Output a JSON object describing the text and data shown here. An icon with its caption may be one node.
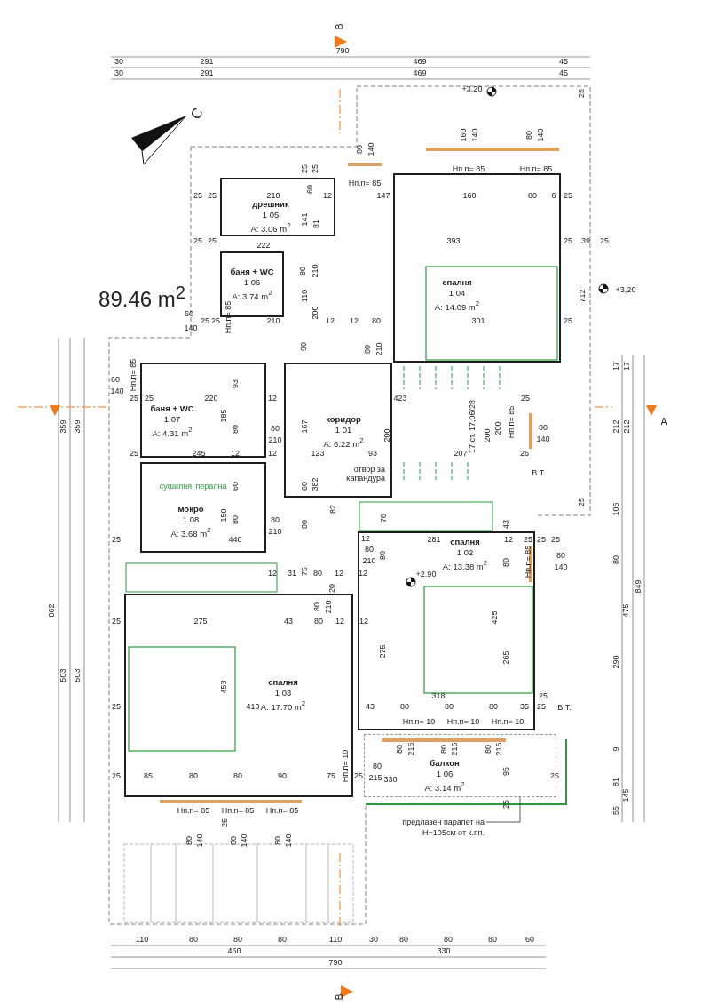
{
  "diagram": {
    "nodes": [
      {
        "text": [
          "коридор",
          "1 01",
          "A: 6.22 m$^{2}$"
        ]
      },
      {
        "text": [
          "спалня",
          "1 02",
          "A: 13.38 m$^{2}$"
        ]
      },
      {
        "text": [
          "спалня",
          "1 03",
          "A: 17.70 m$^{2}$"
        ]
      },
      {
        "text": [
          "спалня",
          "1 04",
          "A: 14.09 m$^{2}$"
        ]
      },
      {
        "text": [
          "дрешник",
          "1 05",
          "A: 3.06 m$^{2}$"
        ]
      },
      {
        "text": [
          "баня + WC",
          "1 06",
          "A: 3.74 m$^{2}$"
        ]
      },
      {
        "text": [
          "баня + WC",
          "1 07",
          "A: 4.31 m$^{2}$"
        ]
      },
      {
        "text": [
          "мокро",
          "1 08",
          "A: 3.68 m$^{2}$"
        ]
      },
      {
        "text": [
          "балкон",
          "1 06",
          "A: 3.14 m$^{2}$"
        ]
      },
      {
        "text": [
          "предлазен парапет на H=105см от к.г.п."
        ]
      }
    ],
    "edges": [
      {
        "from": 9,
        "to": 8,
        "arrow": "none"
      }
    ],
    "labels": [
      "790",
      "30",
      "291",
      "469",
      "45",
      "30",
      "291",
      "469",
      "45",
      "B",
      "С",
      "+3,20",
      "25",
      "80",
      "140",
      "160",
      "140",
      "80",
      "140",
      "Нп.п= 85",
      "Нп.п= 85",
      "Нп.п= 85",
      "25",
      "25",
      "25",
      "25",
      "210",
      "60",
      "12",
      "147",
      "160",
      "80",
      "6",
      "25",
      "141",
      "81",
      "25",
      "25",
      "222",
      "393",
      "25",
      "39",
      "25",
      "80",
      "210",
      "110",
      "712",
      "+3,20",
      "89.46 m$^{2}$",
      "200",
      "60",
      "140",
      "25",
      "25",
      "Нп.п= 85",
      "210",
      "12",
      "12",
      "80",
      "301",
      "25",
      "90",
      "80",
      "210",
      "17",
      "17",
      "60",
      "140",
      "Нп.п= 85",
      "93",
      "25",
      "25",
      "220",
      "12",
      "423",
      "25",
      "185",
      "80",
      "80",
      "210",
      "167",
      "200",
      "17 ст. 17,06/28",
      "200",
      "200",
      "Нп.п= 85",
      "80",
      "140",
      "212",
      "212",
      "25",
      "245",
      "12",
      "12",
      "123",
      "93",
      "207",
      "26",
      "отвор за капандура",
      "сушилня",
      "перална",
      "60",
      "60",
      "382",
      "В.Т.",
      "150",
      "80",
      "80",
      "210",
      "82",
      "80",
      "70",
      "43",
      "105",
      "25",
      "25",
      "440",
      "12",
      "281",
      "12",
      "25",
      "25",
      "25",
      "80",
      "210",
      "80",
      "80",
      "Нп.п= 85",
      "80",
      "140",
      "80",
      "12",
      "31",
      "75",
      "80",
      "12",
      "12",
      "+2.90",
      "20",
      "80",
      "210",
      "475",
      "849",
      "862",
      "359",
      "359",
      "503",
      "503",
      "425",
      "275",
      "265",
      "453",
      "25",
      "275",
      "43",
      "80",
      "12",
      "12",
      "290",
      "318",
      "25",
      "25",
      "410",
      "43",
      "80",
      "80",
      "80",
      "35",
      "25",
      "В.Т.",
      "Нп.п= 10",
      "Нп.п= 10",
      "Нп.п= 10",
      "Нп.п= 10",
      "80",
      "215",
      "80",
      "215",
      "80",
      "215",
      "95",
      "25",
      "9",
      "81",
      "145",
      "55",
      "25",
      "85",
      "80",
      "80",
      "90",
      "75",
      "25",
      "80",
      "215",
      "330",
      "25",
      "Нп.п= 85",
      "Нп.п= 85",
      "Нп.п= 85",
      "25",
      "80",
      "140",
      "80",
      "140",
      "80",
      "140",
      "110",
      "80",
      "80",
      "80",
      "110",
      "30",
      "80",
      "80",
      "80",
      "60",
      "460",
      "330",
      "790",
      "B",
      "A"
    ]
  }
}
